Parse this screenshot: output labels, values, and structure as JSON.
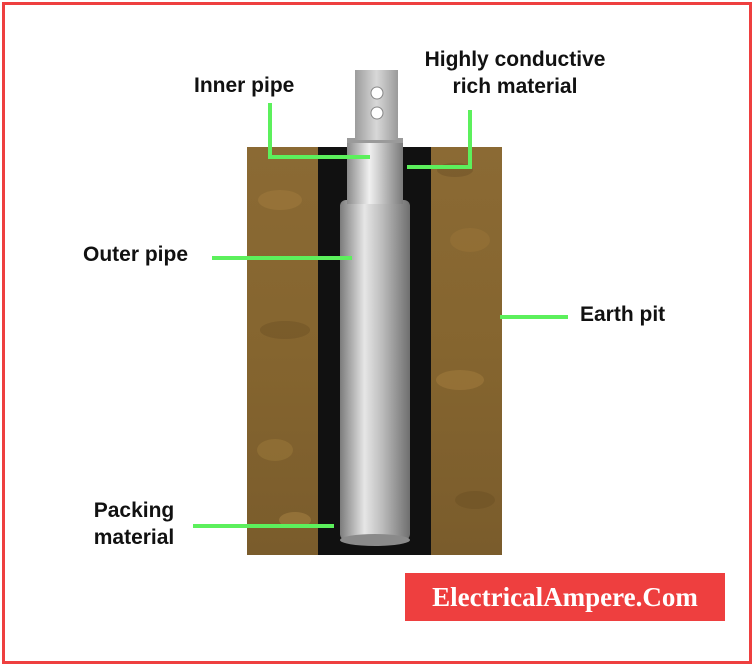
{
  "labels": {
    "inner_pipe": "Inner pipe",
    "highly_conductive_line1": "Highly conductive",
    "highly_conductive_line2": "rich material",
    "outer_pipe": "Outer pipe",
    "earth_pit": "Earth pit",
    "packing_line1": "Packing",
    "packing_line2": "material"
  },
  "watermark": "ElectricalAmpere.Com",
  "colors": {
    "border": "#ee3f3f",
    "leader_line": "#5cf05c",
    "soil": "#8a6a33",
    "packing": "#111111",
    "pipe": "#c9c9c9",
    "banner_bg": "#ee3f3f",
    "banner_text": "#ffffff"
  }
}
